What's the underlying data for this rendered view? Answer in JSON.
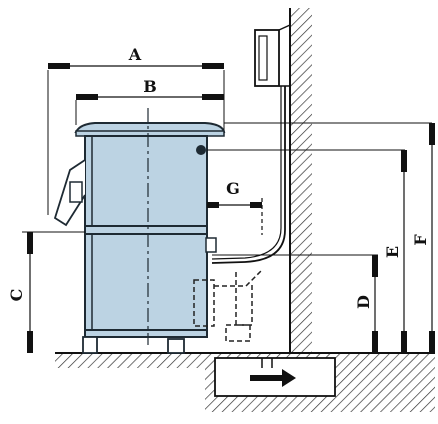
{
  "diagram": {
    "labels": {
      "A": "A",
      "B": "B",
      "C": "C",
      "D": "D",
      "E": "E",
      "F": "F",
      "G": "G"
    },
    "colors": {
      "appliance_fill": "#bcd3e3",
      "appliance_stroke": "#1e2a33",
      "ink": "#111111",
      "hatch": "#333333",
      "dash": "#222222"
    }
  }
}
